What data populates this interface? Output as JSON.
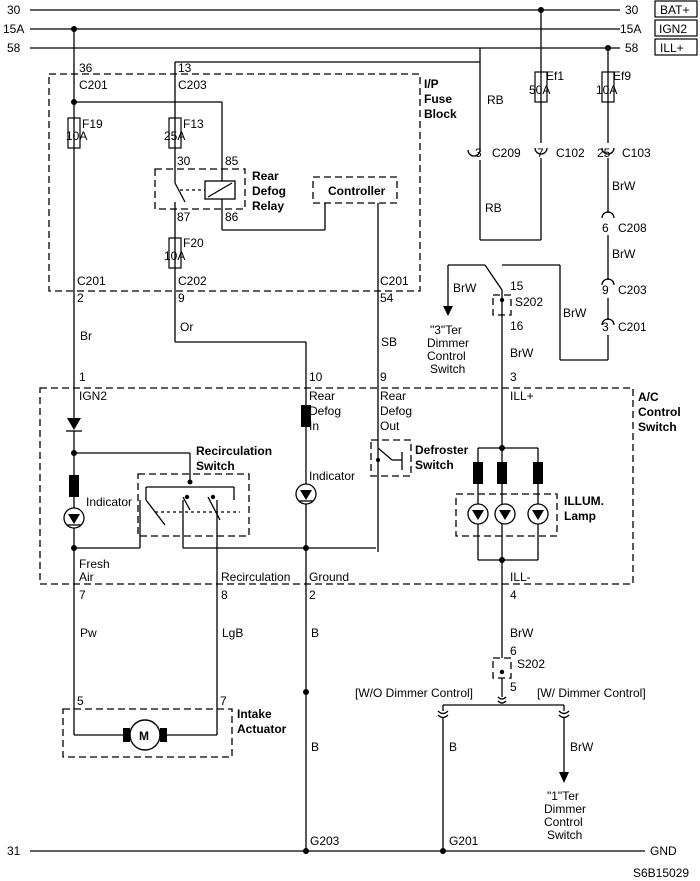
{
  "rails": {
    "bat": {
      "left": "30",
      "right": "30",
      "tag": "BAT+"
    },
    "ign": {
      "left": "15A",
      "right": "15A",
      "tag": "IGN2"
    },
    "ill": {
      "left": "58",
      "right": "58",
      "tag": "ILL+"
    },
    "gnd": {
      "left": "31",
      "right": "GND"
    }
  },
  "fuse_block": {
    "title1": "I/P",
    "title2": "Fuse",
    "title3": "Block",
    "pin36": "36",
    "pin13": "13",
    "c201": "C201",
    "c203": "C203",
    "f19": "F19",
    "f19_amp": "10A",
    "f13": "F13",
    "f13_amp": "25A",
    "relay_title1": "Rear",
    "relay_title2": "Defog",
    "relay_title3": "Relay",
    "p30": "30",
    "p85": "85",
    "p87": "87",
    "p86": "86",
    "controller": "Controller",
    "f20": "F20",
    "f20_amp": "10A",
    "c201_bl": "C201",
    "c202": "C202",
    "c201_br": "C201",
    "pin2": "2",
    "pin9": "9",
    "pin54": "54"
  },
  "right_wiring": {
    "rb_top": "RB",
    "rb_bottom": "RB",
    "ef1": "Ef1",
    "ef1_amp": "50A",
    "ef9": "Ef9",
    "ef9_amp": "10A",
    "c209_pin": "3",
    "c209": "C209",
    "c102_pin": "7",
    "c102": "C102",
    "c103_pin": "25",
    "c103": "C103",
    "brw1": "BrW",
    "c208_pin": "6",
    "c208": "C208",
    "brw2": "BrW",
    "c203_pin": "9",
    "c203": "C203",
    "brw3": "BrW",
    "c201_pin": "3",
    "c201": "C201",
    "brw_left": "BrW",
    "dimmer_top1": "\"3\"Ter",
    "dimmer_top2": "Dimmer",
    "dimmer_top3": "Control",
    "dimmer_top4": "Switch",
    "s202_p15": "15",
    "s202": "S202",
    "s202_p16": "16",
    "brw_mid": "BrW"
  },
  "wires": {
    "br": "Br",
    "or": "Or",
    "sb": "SB"
  },
  "ac_switch": {
    "title1": "A/C",
    "title2": "Control",
    "title3": "Switch",
    "pin1": "1",
    "ign2": "IGN2",
    "pin10": "10",
    "rear_defog_in1": "Rear",
    "rear_defog_in2": "Defog",
    "rear_defog_in3": "In",
    "pin9": "9",
    "rear_defog_out1": "Rear",
    "rear_defog_out2": "Defog",
    "rear_defog_out3": "Out",
    "pin3": "3",
    "ill_plus": "ILL+",
    "recirc_title1": "Recirculation",
    "recirc_title2": "Switch",
    "defroster1": "Defroster",
    "defroster2": "Switch",
    "indicator_left": "Indicator",
    "indicator_mid": "Indicator",
    "illum1": "ILLUM.",
    "illum2": "Lamp",
    "fresh1": "Fresh",
    "fresh2": "Air",
    "recirculation": "Recirculation",
    "ground": "Ground",
    "ill_minus": "ILL-",
    "pin7": "7",
    "pin8": "8",
    "pin2": "2",
    "pin4": "4"
  },
  "lower": {
    "pw": "Pw",
    "lgb": "LgB",
    "b1": "B",
    "b2": "B",
    "b3": "B",
    "brw": "BrW",
    "brw2": "BrW",
    "pin6": "6",
    "s202": "S202",
    "pin5": "5",
    "wo_dimmer": "[W/O Dimmer Control]",
    "w_dimmer": "[W/ Dimmer Control]",
    "actuator_p5": "5",
    "actuator_p7": "7",
    "motor": "M",
    "actuator1": "Intake",
    "actuator2": "Actuator",
    "dimmer1": "\"1\"Ter",
    "dimmer2": "Dimmer",
    "dimmer3": "Control",
    "dimmer4": "Switch",
    "g203": "G203",
    "g201": "G201"
  },
  "code": "S6B15029"
}
